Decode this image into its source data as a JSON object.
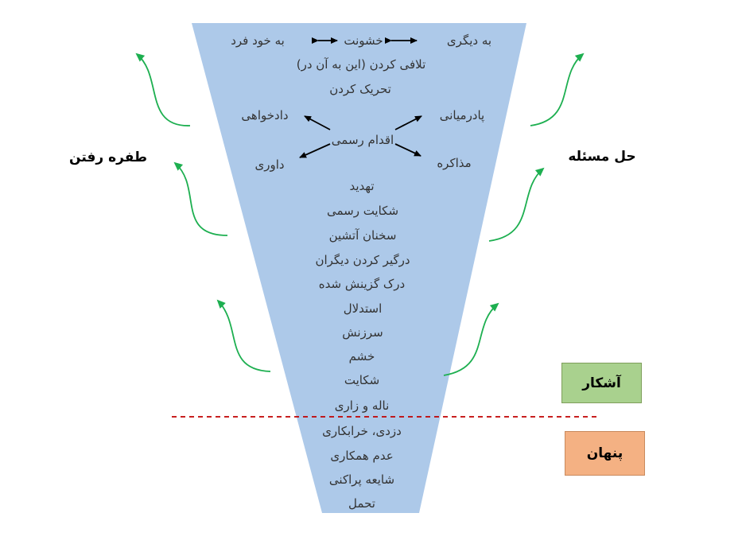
{
  "top_row": {
    "left": "به خود فرد",
    "center": "خشونت",
    "right": "به دیگری"
  },
  "line_retaliation": "تلافی کردن (این به آن در)",
  "line_provocation": "تحریک کردن",
  "formal": {
    "center": "اقدام رسمی",
    "top_left": "دادخواهی",
    "bottom_left": "داوری",
    "top_right": "پادرمیانی",
    "bottom_right": "مذاکره"
  },
  "visible_items": [
    "تهدید",
    "شکایت رسمی",
    "سخنان آتشین",
    "درگیر کردن دیگران",
    "درک گزینش شده",
    "استدلال",
    "سرزنش",
    "خشم",
    "شکایت",
    "ناله و زاری"
  ],
  "hidden_items": [
    "دزدی، خرابکاری",
    "عدم همکاری",
    "شایعه پراکنی",
    "تحمل"
  ],
  "left_label": "طفره رفتن",
  "right_label": "حل مسئله",
  "visible_box": "آشکار",
  "hidden_box": "پنهان",
  "colors": {
    "funnel": "#adc9e9",
    "green_arrow": "#1daf50",
    "dashed_line": "#c00000",
    "visible_box": "#a9d18e",
    "hidden_box": "#f4b183"
  }
}
